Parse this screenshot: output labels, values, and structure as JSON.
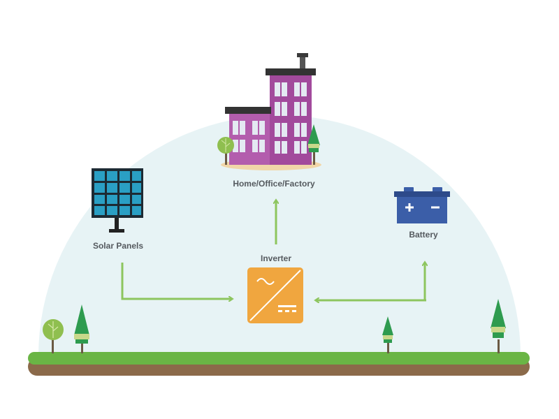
{
  "labels": {
    "building": "Home/Office/Factory",
    "solar": "Solar Panels",
    "battery": "Battery",
    "inverter": "Inverter"
  },
  "icons": {
    "building": "building-icon",
    "solar": "solar-panel-icon",
    "battery": "battery-icon",
    "inverter": "inverter-icon",
    "tree": "tree-icon"
  },
  "colors": {
    "dome": "#e7f3f5",
    "arrow": "#8dc55e",
    "building": "#a24a9c",
    "inverter": "#f0a63f",
    "battery": "#3b5ea8",
    "solar": "#2a9fc4",
    "grass": "#6ab545",
    "soil": "#8b6a4a"
  },
  "flows": [
    {
      "from": "solar",
      "to": "inverter"
    },
    {
      "from": "battery",
      "to": "inverter"
    },
    {
      "from": "inverter",
      "to": "building"
    },
    {
      "from": "inverter",
      "to": "battery"
    }
  ]
}
